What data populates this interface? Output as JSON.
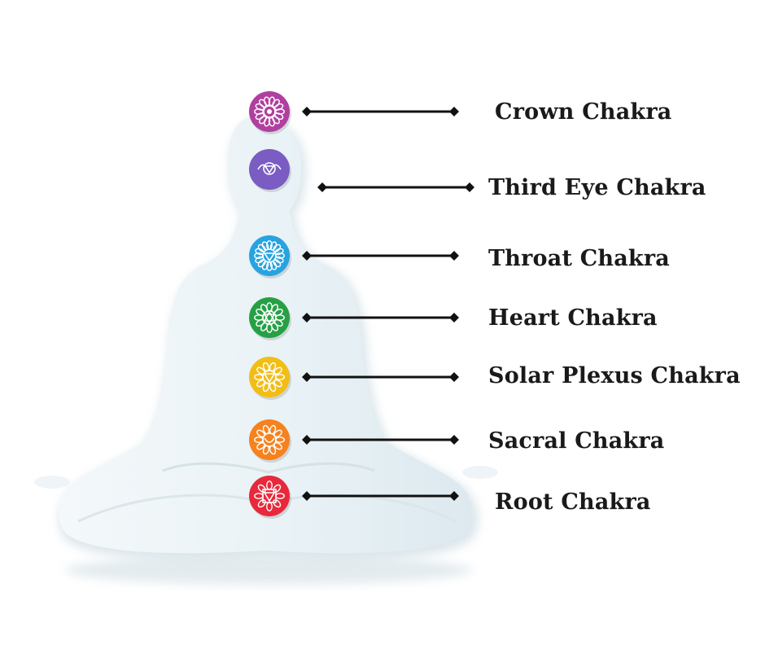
{
  "chakras": [
    {
      "label": "Crown Chakra",
      "color": "#b0409f",
      "icon": "crown-chakra-icon"
    },
    {
      "label": "Third Eye Chakra",
      "color": "#7a5cc2",
      "icon": "third-eye-chakra-icon"
    },
    {
      "label": "Throat Chakra",
      "color": "#27a3e0",
      "icon": "throat-chakra-icon"
    },
    {
      "label": "Heart Chakra",
      "color": "#27a045",
      "icon": "heart-chakra-icon"
    },
    {
      "label": "Solar Plexus Chakra",
      "color": "#f2bd16",
      "icon": "solar-plexus-chakra-icon"
    },
    {
      "label": "Sacral Chakra",
      "color": "#f5821f",
      "icon": "sacral-chakra-icon"
    },
    {
      "label": "Root Chakra",
      "color": "#e8293b",
      "icon": "root-chakra-icon"
    }
  ],
  "figure": {
    "fill": "#e9f2f6",
    "shadow": "#cfdde4"
  }
}
